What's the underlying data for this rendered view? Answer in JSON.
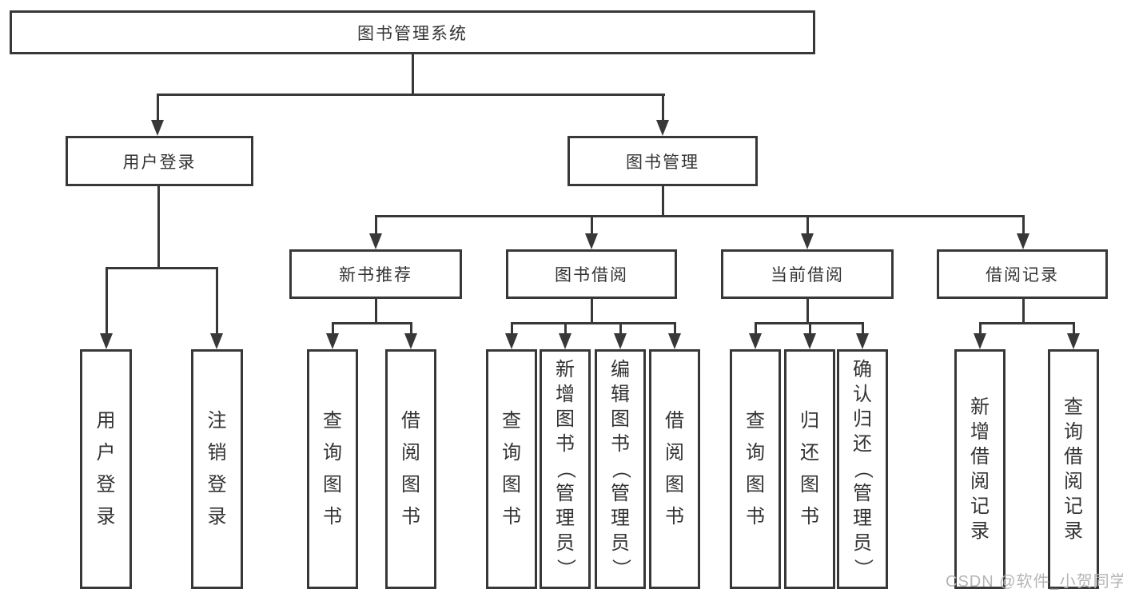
{
  "tree": {
    "root": {
      "label": "图书管理系统"
    },
    "level2": [
      {
        "label": "用户登录",
        "leaves": [
          "用户登录",
          "注销登录"
        ]
      },
      {
        "label": "图书管理",
        "children": [
          {
            "label": "新书推荐",
            "leaves": [
              "查询图书",
              "借阅图书"
            ]
          },
          {
            "label": "图书借阅",
            "leaves": [
              "查询图书",
              "新增图书（管理员）",
              "编辑图书（管理员）",
              "借阅图书"
            ]
          },
          {
            "label": "当前借阅",
            "leaves": [
              "查询图书",
              "归还图书",
              "确认归还（管理员）"
            ]
          },
          {
            "label": "借阅记录",
            "leaves": [
              "新增借阅记录",
              "查询借阅记录"
            ]
          }
        ]
      }
    ]
  },
  "watermark": {
    "text": "CSDN @软件_小贺同学"
  },
  "colors": {
    "line": "#383838",
    "box_border": "#383838",
    "text": "#333333",
    "background": "#ffffff",
    "watermark": "#b5b5b5"
  }
}
